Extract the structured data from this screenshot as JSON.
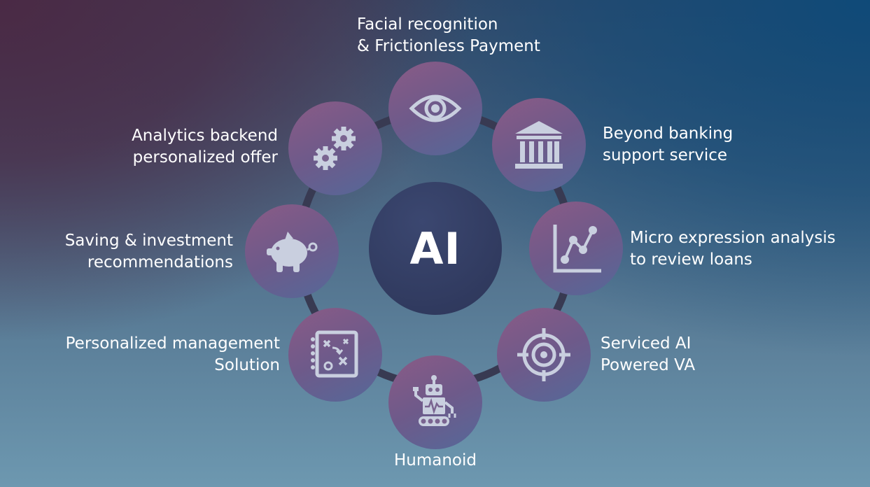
{
  "center": {
    "label": "AI"
  },
  "nodes": [
    {
      "id": "facial",
      "icon": "eye-icon",
      "lines": [
        "Facial recognition",
        "& Frictionless Payment"
      ]
    },
    {
      "id": "banking",
      "icon": "bank-icon",
      "lines": [
        "Beyond banking",
        "support service"
      ]
    },
    {
      "id": "micro",
      "icon": "line-chart-icon",
      "lines": [
        "Micro expression analysis",
        "to review loans"
      ]
    },
    {
      "id": "serviced",
      "icon": "target-icon",
      "lines": [
        "Serviced AI",
        "Powered VA"
      ]
    },
    {
      "id": "humanoid",
      "icon": "robot-icon",
      "lines": [
        "Humanoid"
      ]
    },
    {
      "id": "management",
      "icon": "strategy-board-icon",
      "lines": [
        "Personalized management",
        "Solution"
      ]
    },
    {
      "id": "saving",
      "icon": "piggy-bank-icon",
      "lines": [
        "Saving & investment",
        "recommendations"
      ]
    },
    {
      "id": "analytics",
      "icon": "gears-icon",
      "lines": [
        "Analytics backend",
        "personalized offer"
      ]
    }
  ],
  "colors": {
    "icon": "#c9cfdf",
    "ring": "#383a52",
    "node_gradient": [
      "#8a5b86",
      "#556899"
    ],
    "center": "#2f3a5f"
  }
}
